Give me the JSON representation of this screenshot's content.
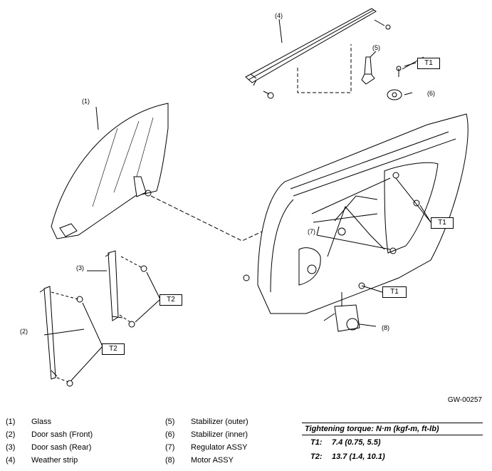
{
  "figure_id": "GW-00257",
  "callouts": [
    "(1)",
    "(2)",
    "(3)",
    "(4)",
    "(5)",
    "(6)",
    "(7)",
    "(8)"
  ],
  "torque_tags": [
    "T1",
    "T1",
    "T1",
    "T2",
    "T2"
  ],
  "legend_left": [
    {
      "num": "(1)",
      "name": "Glass"
    },
    {
      "num": "(2)",
      "name": "Door sash (Front)"
    },
    {
      "num": "(3)",
      "name": "Door sash (Rear)"
    },
    {
      "num": "(4)",
      "name": "Weather strip"
    }
  ],
  "legend_right": [
    {
      "num": "(5)",
      "name": "Stabilizer (outer)"
    },
    {
      "num": "(6)",
      "name": "Stabilizer (inner)"
    },
    {
      "num": "(7)",
      "name": "Regulator ASSY"
    },
    {
      "num": "(8)",
      "name": "Motor ASSY"
    }
  ],
  "torque_table": {
    "heading": "Tightening torque: N·m (kgf-m, ft-lb)",
    "rows": [
      {
        "label": "T1:",
        "value": "7.4 (0.75, 5.5)"
      },
      {
        "label": "T2:",
        "value": "13.7 (1.4, 10.1)"
      }
    ]
  }
}
